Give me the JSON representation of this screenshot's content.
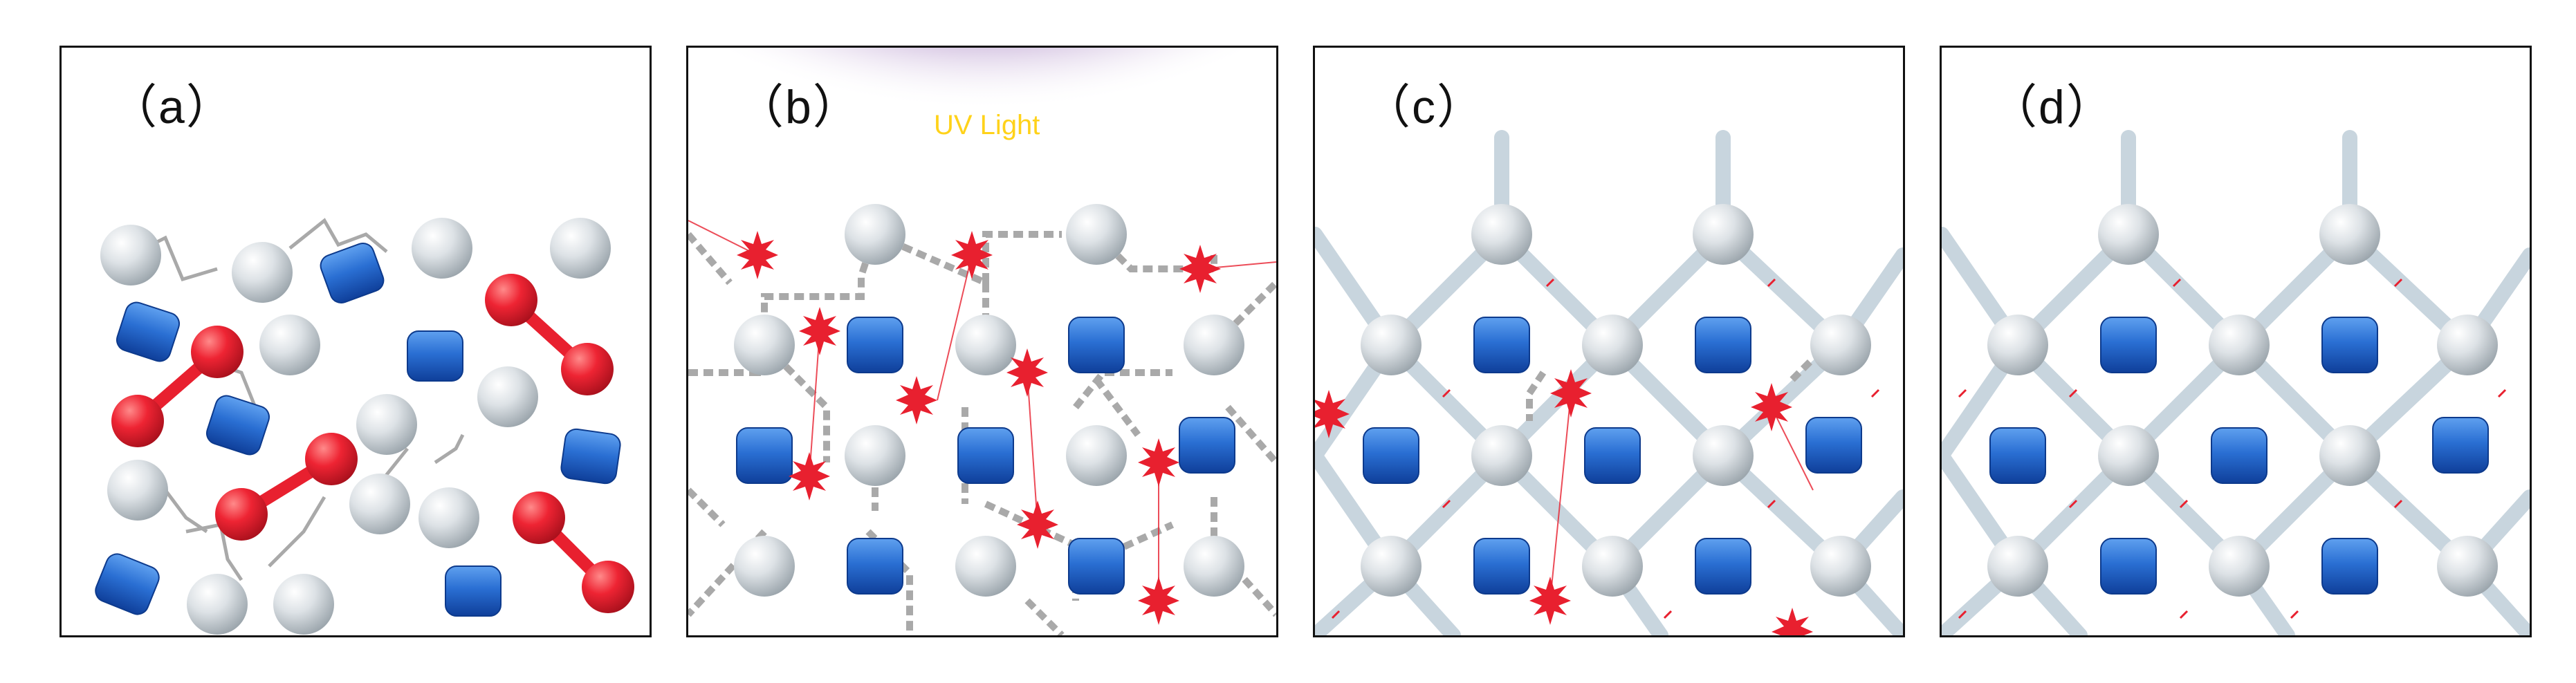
{
  "panels": [
    {
      "label": "（a）"
    },
    {
      "label": "（b）",
      "light_label": "UV Light"
    },
    {
      "label": "（c）"
    },
    {
      "label": "（d）"
    }
  ],
  "colors": {
    "sphere": "#d9dee2",
    "cube": "#1f63c6",
    "radical": "#e8202f",
    "dumbbell": "#e8202f",
    "uv": "#5a1f86",
    "network": "#c8d5de",
    "broken_link": "#9a9a9a"
  }
}
